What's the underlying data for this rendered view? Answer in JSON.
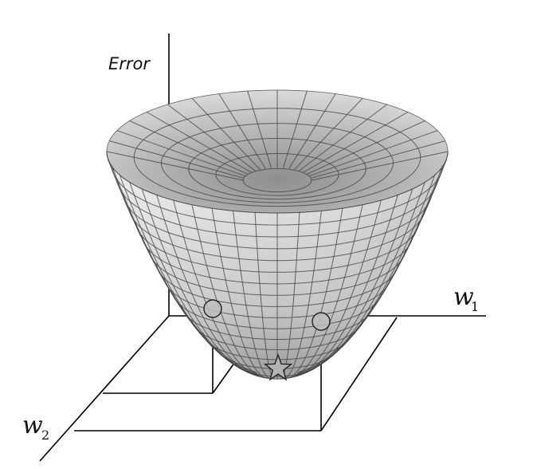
{
  "labels": {
    "error_axis": "Error",
    "w1_main": "w",
    "w1_sub": "1",
    "w2_main": "w",
    "w2_sub": "2"
  },
  "markers": {
    "left_point": "circle",
    "right_point": "circle",
    "minimum": "star-icon"
  },
  "colors": {
    "surface_light": "#f4f4f4",
    "surface_mid": "#cfcfcf",
    "surface_dark": "#8c8c8c",
    "grid": "#454545",
    "lines": "#000000",
    "marker_fill": "#bdbdbd"
  }
}
